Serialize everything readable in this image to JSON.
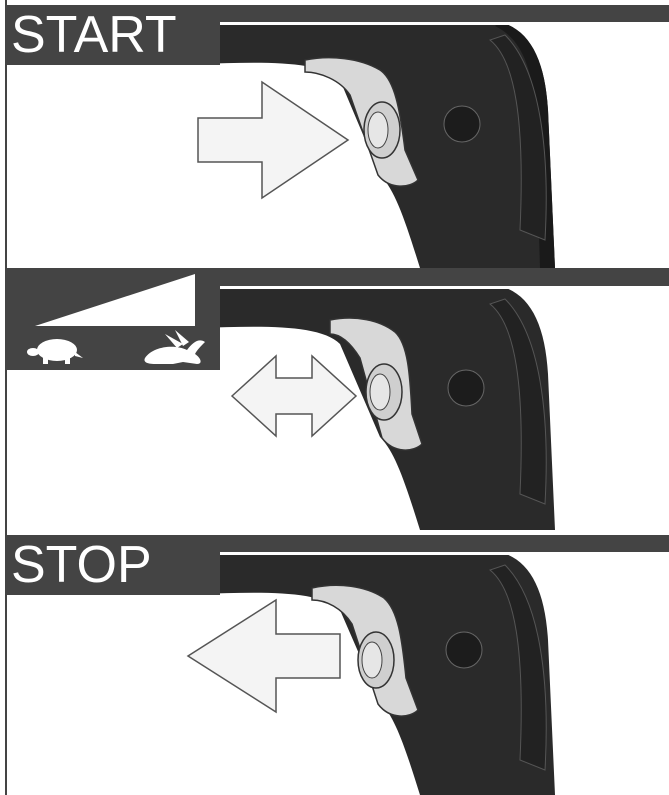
{
  "panels": [
    {
      "label": "START",
      "arrow": "right-arrow"
    },
    {
      "label": "",
      "arrow": "double-arrow",
      "speed_icons": [
        "tortoise-icon",
        "hare-icon"
      ]
    },
    {
      "label": "STOP",
      "arrow": "left-arrow"
    }
  ],
  "colors": {
    "band": "#444444",
    "tool_body": "#2a2a2a",
    "trigger": "#d8d8d8"
  }
}
